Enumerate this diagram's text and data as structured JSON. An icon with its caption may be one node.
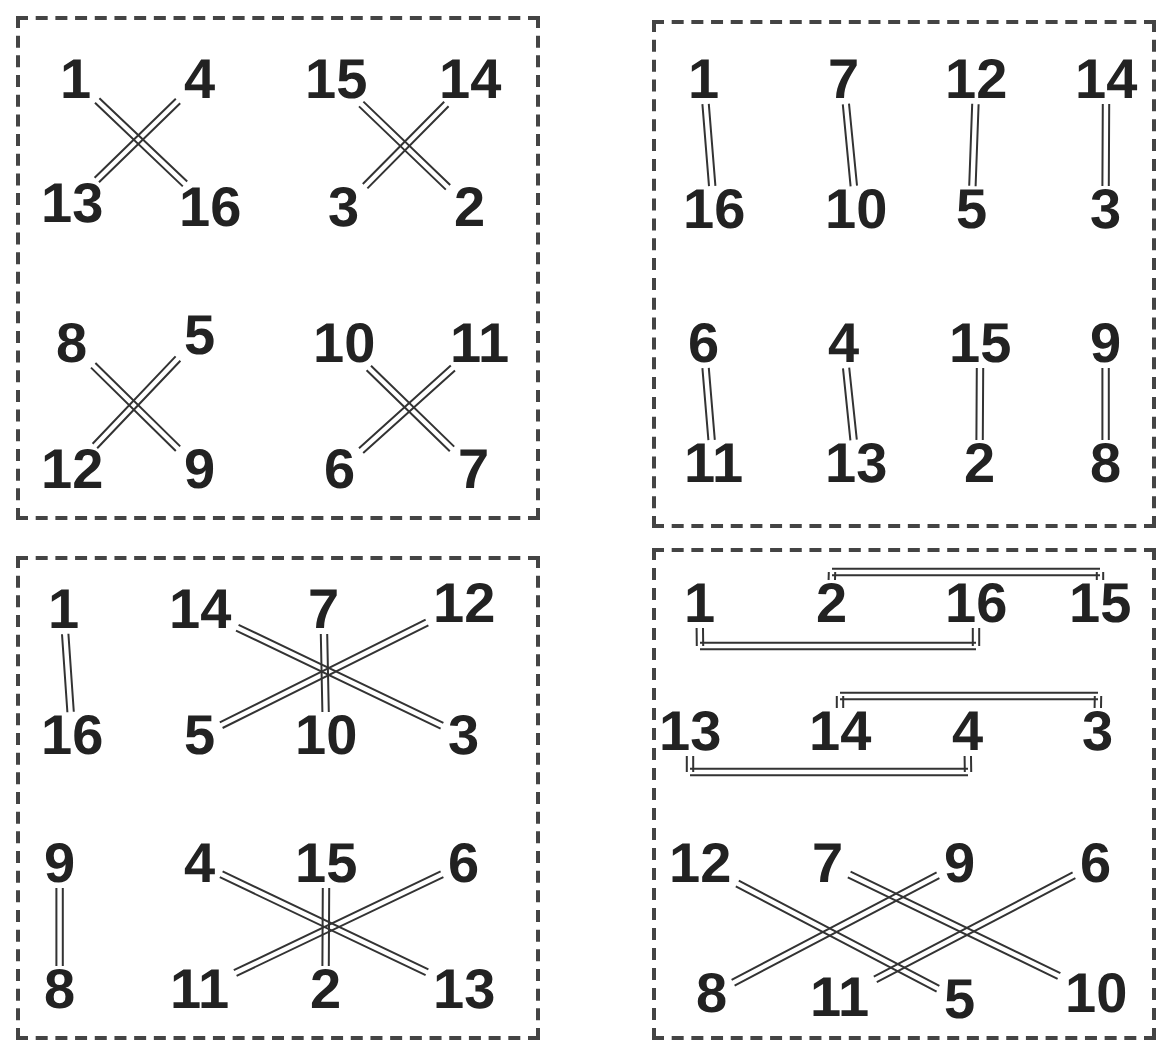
{
  "diagram": {
    "nodes": [
      {
        "text": [],
        "shape": "box"
      },
      {
        "text": [
          "1"
        ],
        "in": 0
      },
      {
        "text": [
          "4"
        ],
        "in": 0
      },
      {
        "text": [
          "15"
        ],
        "in": 0
      },
      {
        "text": [
          "14"
        ],
        "in": 0
      },
      {
        "text": [
          "13"
        ],
        "in": 0
      },
      {
        "text": [
          "16"
        ],
        "in": 0
      },
      {
        "text": [
          "3"
        ],
        "in": 0
      },
      {
        "text": [
          "2"
        ],
        "in": 0
      },
      {
        "text": [
          "8"
        ],
        "in": 0
      },
      {
        "text": [
          "5"
        ],
        "in": 0
      },
      {
        "text": [
          "10"
        ],
        "in": 0
      },
      {
        "text": [
          "11"
        ],
        "in": 0
      },
      {
        "text": [
          "12"
        ],
        "in": 0
      },
      {
        "text": [
          "9"
        ],
        "in": 0
      },
      {
        "text": [
          "6"
        ],
        "in": 0
      },
      {
        "text": [
          "7"
        ],
        "in": 0
      },
      {
        "text": [],
        "shape": "box"
      },
      {
        "text": [
          "1"
        ],
        "in": 17
      },
      {
        "text": [
          "7"
        ],
        "in": 17
      },
      {
        "text": [
          "12"
        ],
        "in": 17
      },
      {
        "text": [
          "14"
        ],
        "in": 17
      },
      {
        "text": [
          "16"
        ],
        "in": 17
      },
      {
        "text": [
          "10"
        ],
        "in": 17
      },
      {
        "text": [
          "5"
        ],
        "in": 17
      },
      {
        "text": [
          "3"
        ],
        "in": 17
      },
      {
        "text": [
          "6"
        ],
        "in": 17
      },
      {
        "text": [
          "4"
        ],
        "in": 17
      },
      {
        "text": [
          "15"
        ],
        "in": 17
      },
      {
        "text": [
          "9"
        ],
        "in": 17
      },
      {
        "text": [
          "11"
        ],
        "in": 17
      },
      {
        "text": [
          "13"
        ],
        "in": 17
      },
      {
        "text": [
          "2"
        ],
        "in": 17
      },
      {
        "text": [
          "8"
        ],
        "in": 17
      },
      {
        "text": [],
        "shape": "box"
      },
      {
        "text": [
          "1"
        ],
        "in": 34
      },
      {
        "text": [
          "14"
        ],
        "in": 34
      },
      {
        "text": [
          "7"
        ],
        "in": 34
      },
      {
        "text": [
          "12"
        ],
        "in": 34
      },
      {
        "text": [
          "16"
        ],
        "in": 34
      },
      {
        "text": [
          "5"
        ],
        "in": 34
      },
      {
        "text": [
          "10"
        ],
        "in": 34
      },
      {
        "text": [
          "3"
        ],
        "in": 34
      },
      {
        "text": [
          "9"
        ],
        "in": 34
      },
      {
        "text": [
          "4"
        ],
        "in": 34
      },
      {
        "text": [
          "15"
        ],
        "in": 34
      },
      {
        "text": [
          "6"
        ],
        "in": 34
      },
      {
        "text": [
          "8"
        ],
        "in": 34
      },
      {
        "text": [
          "11"
        ],
        "in": 34
      },
      {
        "text": [
          "2"
        ],
        "in": 34
      },
      {
        "text": [
          "13"
        ],
        "in": 34
      },
      {
        "text": [],
        "shape": "box"
      },
      {
        "text": [
          "1"
        ],
        "in": 51
      },
      {
        "text": [
          "2"
        ],
        "in": 51
      },
      {
        "text": [
          "16"
        ],
        "in": 51
      },
      {
        "text": [
          "15"
        ],
        "in": 51
      },
      {
        "text": [
          "13"
        ],
        "in": 51
      },
      {
        "text": [
          "14"
        ],
        "in": 51
      },
      {
        "text": [
          "4"
        ],
        "in": 51
      },
      {
        "text": [
          "3"
        ],
        "in": 51
      },
      {
        "text": [
          "12"
        ],
        "in": 51
      },
      {
        "text": [
          "7"
        ],
        "in": 51
      },
      {
        "text": [
          "9"
        ],
        "in": 51
      },
      {
        "text": [
          "6"
        ],
        "in": 51
      },
      {
        "text": [
          "8"
        ],
        "in": 51
      },
      {
        "text": [
          "11"
        ],
        "in": 51
      },
      {
        "text": [
          "5"
        ],
        "in": 51
      },
      {
        "text": [
          "10"
        ],
        "in": 51
      }
    ],
    "edges": [
      {
        "from": 1,
        "to": 6,
        "arrow": "none"
      },
      {
        "from": 2,
        "to": 5,
        "arrow": "none"
      },
      {
        "from": 3,
        "to": 8,
        "arrow": "none"
      },
      {
        "from": 4,
        "to": 7,
        "arrow": "none"
      },
      {
        "from": 9,
        "to": 14,
        "arrow": "none"
      },
      {
        "from": 10,
        "to": 13,
        "arrow": "none"
      },
      {
        "from": 11,
        "to": 16,
        "arrow": "none"
      },
      {
        "from": 12,
        "to": 15,
        "arrow": "none"
      },
      {
        "from": 18,
        "to": 22,
        "arrow": "none"
      },
      {
        "from": 19,
        "to": 23,
        "arrow": "none"
      },
      {
        "from": 20,
        "to": 24,
        "arrow": "none"
      },
      {
        "from": 21,
        "to": 25,
        "arrow": "none"
      },
      {
        "from": 26,
        "to": 30,
        "arrow": "none"
      },
      {
        "from": 27,
        "to": 31,
        "arrow": "none"
      },
      {
        "from": 28,
        "to": 32,
        "arrow": "none"
      },
      {
        "from": 29,
        "to": 33,
        "arrow": "none"
      },
      {
        "from": 35,
        "to": 39,
        "arrow": "none"
      },
      {
        "from": 36,
        "to": 42,
        "arrow": "none"
      },
      {
        "from": 37,
        "to": 41,
        "arrow": "none"
      },
      {
        "from": 38,
        "to": 40,
        "arrow": "none"
      },
      {
        "from": 43,
        "to": 47,
        "arrow": "none"
      },
      {
        "from": 44,
        "to": 50,
        "arrow": "none"
      },
      {
        "from": 45,
        "to": 49,
        "arrow": "none"
      },
      {
        "from": 46,
        "to": 48,
        "arrow": "none"
      },
      {
        "from": 52,
        "to": 54,
        "arrow": "none"
      },
      {
        "from": 53,
        "to": 55,
        "arrow": "none"
      },
      {
        "from": 56,
        "to": 58,
        "arrow": "none"
      },
      {
        "from": 57,
        "to": 59,
        "arrow": "none"
      },
      {
        "from": 60,
        "to": 66,
        "arrow": "none"
      },
      {
        "from": 61,
        "to": 67,
        "arrow": "none"
      },
      {
        "from": 62,
        "to": 64,
        "arrow": "none"
      },
      {
        "from": 63,
        "to": 65,
        "arrow": "none"
      }
    ]
  }
}
